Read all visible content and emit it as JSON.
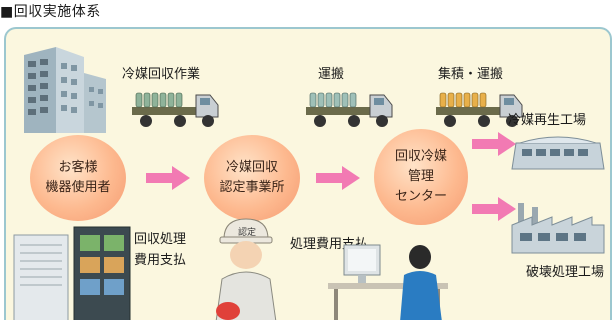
{
  "heading": "■回収実施体系",
  "top_labels": {
    "recovery_work": "冷媒回収作業",
    "transport": "運搬",
    "collect_transport": "集積・運搬"
  },
  "nodes": {
    "customer": [
      "お客様",
      "機器使用者"
    ],
    "recovery_operator": [
      "冷媒回収",
      "認定事業所"
    ],
    "management_center": [
      "回収冷媒",
      "管理",
      "センター"
    ]
  },
  "destinations": {
    "regeneration": "冷媒再生工場",
    "destruction": "破壊処理工場"
  },
  "payments": {
    "recovery_fee": [
      "回収処理",
      "費用支払"
    ],
    "processing_fee": "処理費用支払"
  },
  "worker_cap_text": "認定",
  "colors": {
    "panel_bg": "#fbf7df",
    "panel_border": "#9cc7cf",
    "arrow": "#f27ab3",
    "circle": "#fdb98f"
  }
}
